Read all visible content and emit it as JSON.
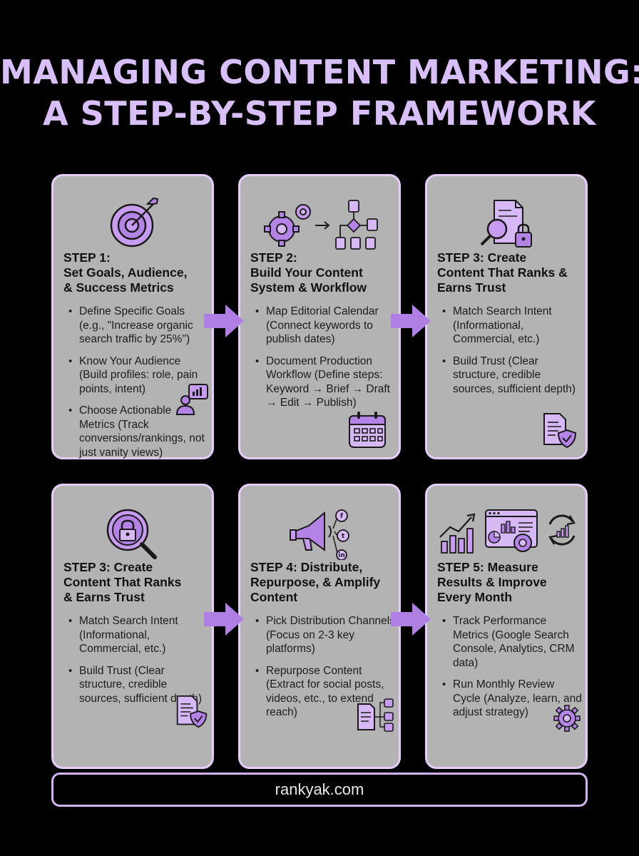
{
  "title": {
    "line1": "MANAGING CONTENT MARKETING:",
    "line2": "A STEP-BY-STEP FRAMEWORK"
  },
  "colors": {
    "accent": "#b07fe3",
    "accent_light": "#e4cdf8",
    "card_bg": "#b3b3b3",
    "background": "#000000"
  },
  "cards": [
    {
      "title": [
        "STEP 1:",
        "Set Goals, Audience,",
        "& Success Metrics"
      ],
      "icon": "target-icon",
      "corner_icon": "user-chart-icon",
      "bullets": [
        "Define Specific Goals (e.g., \"Increase organic search traffic by 25%\")",
        "Know Your Audience (Build profiles: role, pain points, intent)",
        "Choose Actionable Metrics (Track conversions/rankings, not just vanity views)"
      ]
    },
    {
      "title": [
        "STEP 2:",
        "Build Your Content",
        "System & Workflow"
      ],
      "icon": "gears-workflow-icon",
      "corner_icon": "calendar-icon",
      "bullets": [
        "Map Editorial Calendar (Connect keywords to publish dates)",
        "Document Production Workflow (Define steps: Keyword → Brief → Draft → Edit → Publish)"
      ]
    },
    {
      "title": [
        "STEP 3: Create",
        "Content That Ranks &",
        "Earns Trust"
      ],
      "icon": "document-search-lock-icon",
      "corner_icon": "document-shield-icon",
      "bullets": [
        "Match Search Intent (Informational, Commercial, etc.)",
        "Build Trust (Clear structure, credible sources, sufficient depth)"
      ]
    },
    {
      "title": [
        "STEP 3: Create",
        "Content That Ranks",
        "& Earns Trust"
      ],
      "icon": "lock-magnifier-icon",
      "corner_icon": "document-shield-icon",
      "bullets": [
        "Match Search Intent (Informational, Commercial, etc.)",
        "Build Trust (Clear structure, credible sources, sufficient depth)"
      ]
    },
    {
      "title": [
        "STEP 4: Distribute,",
        "Repurpose, & Amplify",
        "Content"
      ],
      "icon": "megaphone-social-icon",
      "corner_icon": "document-share-icon",
      "bullets": [
        "Pick Distribution Channels (Focus on 2-3 key platforms)",
        "Repurpose Content (Extract for social posts, videos, etc., to extend reach)"
      ]
    },
    {
      "title": [
        "STEP 5: Measure",
        "Results & Improve",
        "Every Month"
      ],
      "icon": "analytics-dashboard-icon",
      "corner_icon": "gear-icon",
      "bullets": [
        "Track Performance Metrics (Google Search Console, Analytics, CRM data)",
        "Run Monthly Review Cycle (Analyze, learn, and adjust strategy)"
      ]
    }
  ],
  "footer": {
    "url": "rankyak.com"
  }
}
